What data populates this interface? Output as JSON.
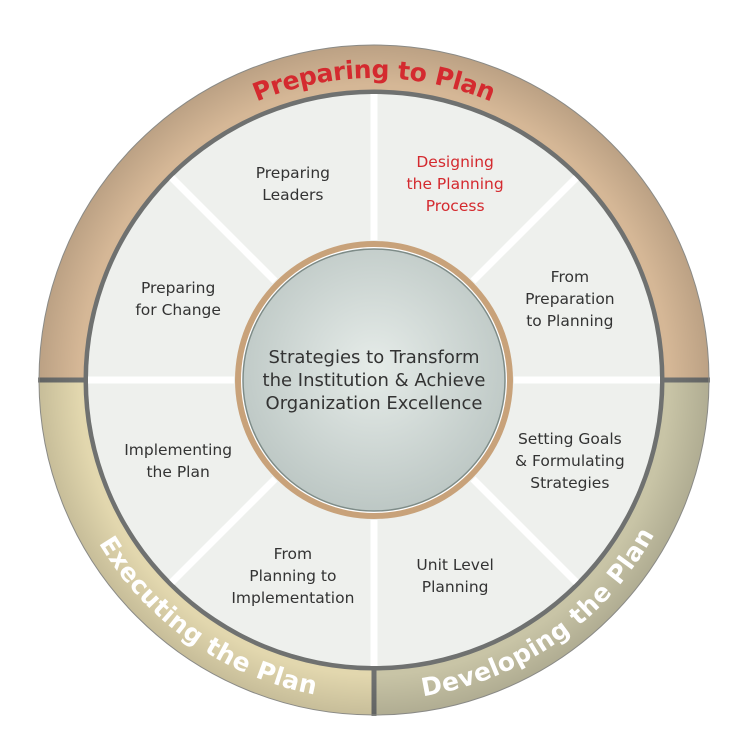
{
  "center": {
    "lines": [
      "Strategies to Transform",
      "the Institution & Achieve",
      "Organization Excellence"
    ]
  },
  "phases": [
    {
      "title": "Preparing to Plan",
      "color": "#d5b796",
      "text_color": "#d42a2f"
    },
    {
      "title": "Developing the Plan",
      "color": "#c8c4a6",
      "text_color": "#ffffff"
    },
    {
      "title": "Executing the Plan",
      "color": "#e2d7ae",
      "text_color": "#ffffff"
    }
  ],
  "segments": [
    {
      "lines": [
        "Preparing",
        "Leaders"
      ],
      "highlight": false
    },
    {
      "lines": [
        "Designing",
        "the Planning",
        "Process"
      ],
      "highlight": true
    },
    {
      "lines": [
        "From",
        "Preparation",
        "to Planning"
      ],
      "highlight": false
    },
    {
      "lines": [
        "Setting Goals",
        "& Formulating",
        "Strategies"
      ],
      "highlight": false
    },
    {
      "lines": [
        "Unit Level",
        "Planning"
      ],
      "highlight": false
    },
    {
      "lines": [
        "From",
        "Planning to",
        "Implementation"
      ],
      "highlight": false
    },
    {
      "lines": [
        "Implementing",
        "the Plan"
      ],
      "highlight": false
    },
    {
      "lines": [
        "Preparing",
        "for Change"
      ],
      "highlight": false
    }
  ],
  "colors": {
    "segment_fill": "#eef0ed",
    "divider": "#ffffff",
    "center_fill": "#d3dcd9",
    "center_ring": "#c8a27a",
    "outline": "#6f7170",
    "highlight_text": "#d42a2f"
  }
}
